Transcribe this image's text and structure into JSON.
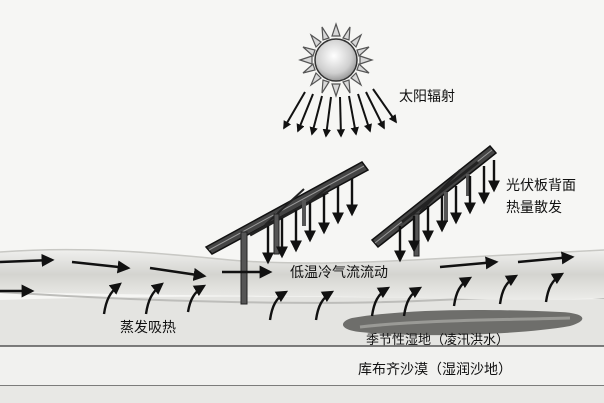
{
  "labels": {
    "solar_radiation": "太阳辐射",
    "panel_back_1": "光伏板背面",
    "panel_back_2": "热量散发",
    "cool_airflow": "低温冷气流流动",
    "evaporation": "蒸发吸热",
    "seasonal_wetland": "季节性湿地（凌汛洪水）",
    "kubuqi_desert": "库布齐沙漠（湿润沙地）"
  },
  "icons": {
    "sun": "sun-icon",
    "arrow": "arrow-icon"
  },
  "colors": {
    "background": "#f6f6f4",
    "band_light": "#dcdcd8",
    "band_dark": "#8c8c88",
    "ground": "#e6e6e3",
    "desert_layer": "#f0f0ee",
    "ink": "#111111"
  }
}
